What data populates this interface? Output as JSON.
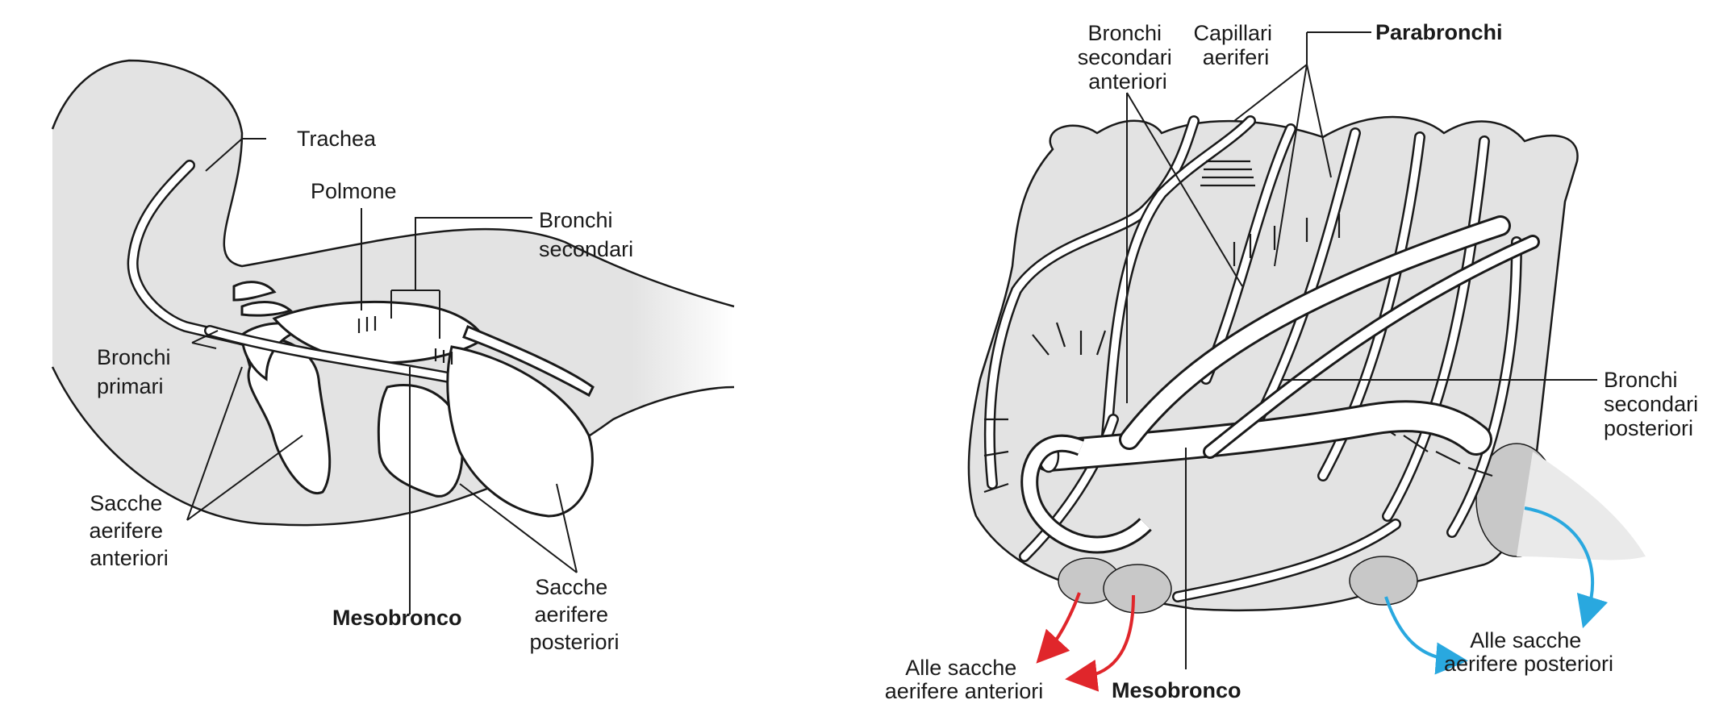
{
  "left_diagram": {
    "labels": {
      "trachea": "Trachea",
      "polmone": "Polmone",
      "bronchi_secondari": [
        "Bronchi",
        "secondari"
      ],
      "bronchi_primari": [
        "Bronchi",
        "primari"
      ],
      "sacche_anteriori": [
        "Sacche",
        "aerifere",
        "anteriori"
      ],
      "mesobronco": "Mesobronco",
      "sacche_posteriori": [
        "Sacche",
        "aerifere",
        "posteriori"
      ]
    }
  },
  "right_diagram": {
    "labels": {
      "bronchi_secondari_anteriori": [
        "Bronchi",
        "secondari",
        "anteriori"
      ],
      "capillari_aeriferi": [
        "Capillari",
        "aeriferi"
      ],
      "parabronchi": "Parabronchi",
      "bronchi_secondari_posteriori": [
        "Bronchi",
        "secondari",
        "posteriori"
      ],
      "alle_sacche_anteriori": [
        "Alle sacche",
        "aerifere anteriori"
      ],
      "mesobronco": "Mesobronco",
      "alle_sacche_posteriori": [
        "Alle sacche",
        "aerifere posteriori"
      ]
    },
    "colors": {
      "anterior_arrow": "#e0262b",
      "posterior_arrow": "#29a8df"
    }
  },
  "colors": {
    "body_fill": "#e3e3e3",
    "outline": "#1a1a1a"
  }
}
